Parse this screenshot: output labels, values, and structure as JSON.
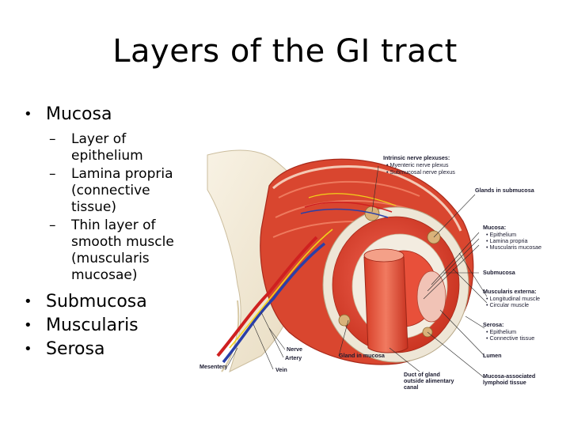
{
  "title": "Layers of the GI tract",
  "bullets": {
    "mucosa": {
      "label": "Mucosa",
      "subs": [
        [
          "Layer of",
          "epithelium"
        ],
        [
          "Lamina propria",
          "(connective",
          "tissue)"
        ],
        [
          "Thin layer of",
          "smooth muscle",
          "(muscularis",
          "mucosae)"
        ]
      ]
    },
    "submucosa": "Submucosa",
    "muscularis": "Muscularis",
    "serosa": "Serosa"
  },
  "figure": {
    "labels": {
      "intrinsic_nerve_plexuses": "Intrinsic nerve plexuses:",
      "myenteric_nerve_plexus": "• Myenteric nerve plexus",
      "submucosal_nerve_plexus": "• Submucosal nerve plexus",
      "glands_in_submucosa": "Glands in submucosa",
      "mucosa": "Mucosa:",
      "epithelium": "• Epithelium",
      "lamina_propria": "• Lamina propria",
      "muscularis_mucosae": "• Muscularis mucosae",
      "submucosa": "Submucosa",
      "muscularis_externa": "Muscularis externa:",
      "longitudinal_muscle": "• Longitudinal muscle",
      "circular_muscle": "• Circular muscle",
      "serosa": "Serosa:",
      "serosa_epithelium": "• Epithelium",
      "connective_tissue": "• Connective tissue",
      "nerve": "Nerve",
      "artery": "Artery",
      "vein": "Vein",
      "mesentery": "Mesentery",
      "gland_in_mucosa": "Gland in mucosa",
      "duct_of_gland_1": "Duct of gland",
      "duct_of_gland_2": "outside alimentary",
      "duct_of_gland_3": "canal",
      "lumen": "Lumen",
      "malt_1": "Mucosa-associated",
      "malt_2": "lymphoid tissue"
    }
  }
}
